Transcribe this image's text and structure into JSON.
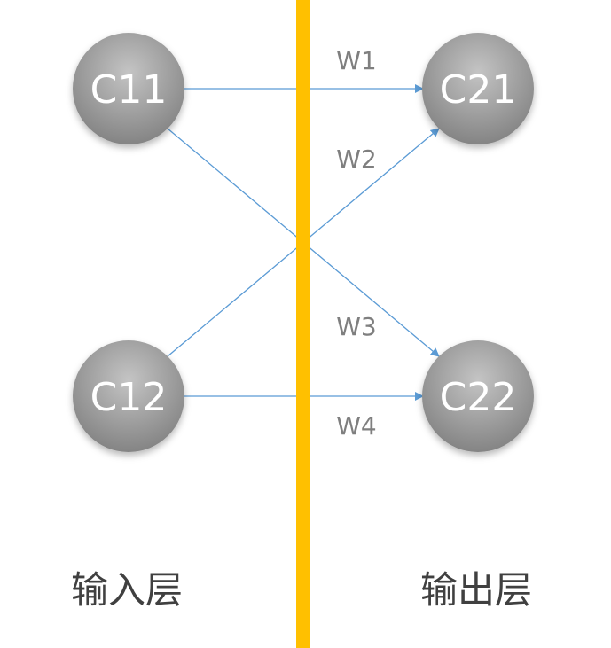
{
  "colors": {
    "divider": "#FFC000",
    "edge": "#5B9BD5",
    "node_light": "#C4C4C4",
    "node_dark": "#848484",
    "node_text": "#FFFFFF",
    "weight_text": "#7F7F7F",
    "layer_text": "#404040"
  },
  "nodes": [
    {
      "id": "c11",
      "label": "C11"
    },
    {
      "id": "c12",
      "label": "C12"
    },
    {
      "id": "c21",
      "label": "C21"
    },
    {
      "id": "c22",
      "label": "C22"
    }
  ],
  "edges": [
    {
      "from": "C11",
      "to": "C21",
      "weight": "W1"
    },
    {
      "from": "C12",
      "to": "C21",
      "weight": "W2"
    },
    {
      "from": "C11",
      "to": "C22",
      "weight": "W3"
    },
    {
      "from": "C12",
      "to": "C22",
      "weight": "W4"
    }
  ],
  "layers": {
    "input": "输入层",
    "output": "输出层"
  }
}
